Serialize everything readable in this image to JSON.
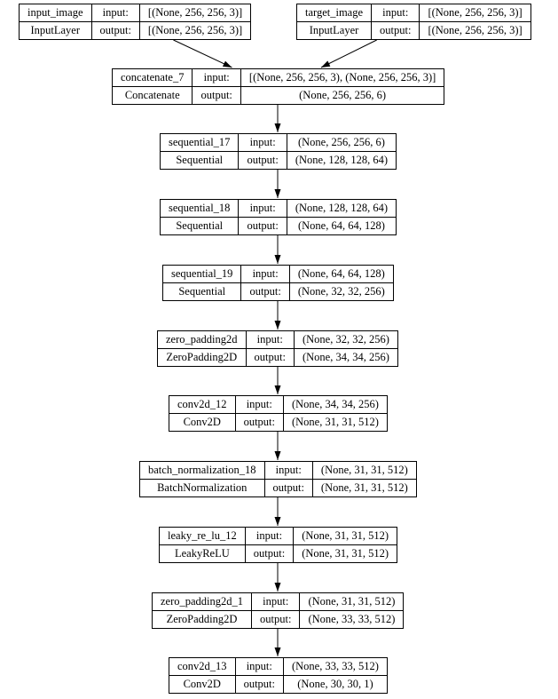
{
  "diagram": {
    "background_color": "#ffffff",
    "line_color": "#000000",
    "text_color": "#000000",
    "labels": {
      "input": "input:",
      "output": "output:"
    },
    "nodes": [
      {
        "id": "input_image",
        "name": "input_image",
        "layer_class": "InputLayer",
        "input_shape": "[(None, 256, 256, 3)]",
        "output_shape": "[(None, 256, 256, 3)]"
      },
      {
        "id": "target_image",
        "name": "target_image",
        "layer_class": "InputLayer",
        "input_shape": "[(None, 256, 256, 3)]",
        "output_shape": "[(None, 256, 256, 3)]"
      },
      {
        "id": "concatenate_7",
        "name": "concatenate_7",
        "layer_class": "Concatenate",
        "input_shape": "[(None, 256, 256, 3), (None, 256, 256, 3)]",
        "output_shape": "(None, 256, 256, 6)"
      },
      {
        "id": "sequential_17",
        "name": "sequential_17",
        "layer_class": "Sequential",
        "input_shape": "(None, 256, 256, 6)",
        "output_shape": "(None, 128, 128, 64)"
      },
      {
        "id": "sequential_18",
        "name": "sequential_18",
        "layer_class": "Sequential",
        "input_shape": "(None, 128, 128, 64)",
        "output_shape": "(None, 64, 64, 128)"
      },
      {
        "id": "sequential_19",
        "name": "sequential_19",
        "layer_class": "Sequential",
        "input_shape": "(None, 64, 64, 128)",
        "output_shape": "(None, 32, 32, 256)"
      },
      {
        "id": "zero_padding2d",
        "name": "zero_padding2d",
        "layer_class": "ZeroPadding2D",
        "input_shape": "(None, 32, 32, 256)",
        "output_shape": "(None, 34, 34, 256)"
      },
      {
        "id": "conv2d_12",
        "name": "conv2d_12",
        "layer_class": "Conv2D",
        "input_shape": "(None, 34, 34, 256)",
        "output_shape": "(None, 31, 31, 512)"
      },
      {
        "id": "batch_normalization_18",
        "name": "batch_normalization_18",
        "layer_class": "BatchNormalization",
        "input_shape": "(None, 31, 31, 512)",
        "output_shape": "(None, 31, 31, 512)"
      },
      {
        "id": "leaky_re_lu_12",
        "name": "leaky_re_lu_12",
        "layer_class": "LeakyReLU",
        "input_shape": "(None, 31, 31, 512)",
        "output_shape": "(None, 31, 31, 512)"
      },
      {
        "id": "zero_padding2d_1",
        "name": "zero_padding2d_1",
        "layer_class": "ZeroPadding2D",
        "input_shape": "(None, 31, 31, 512)",
        "output_shape": "(None, 33, 33, 512)"
      },
      {
        "id": "conv2d_13",
        "name": "conv2d_13",
        "layer_class": "Conv2D",
        "input_shape": "(None, 33, 33, 512)",
        "output_shape": "(None, 30, 30, 1)"
      }
    ],
    "edges": [
      {
        "from": "input_image",
        "to": "concatenate_7"
      },
      {
        "from": "target_image",
        "to": "concatenate_7"
      },
      {
        "from": "concatenate_7",
        "to": "sequential_17"
      },
      {
        "from": "sequential_17",
        "to": "sequential_18"
      },
      {
        "from": "sequential_18",
        "to": "sequential_19"
      },
      {
        "from": "sequential_19",
        "to": "zero_padding2d"
      },
      {
        "from": "zero_padding2d",
        "to": "conv2d_12"
      },
      {
        "from": "conv2d_12",
        "to": "batch_normalization_18"
      },
      {
        "from": "batch_normalization_18",
        "to": "leaky_re_lu_12"
      },
      {
        "from": "leaky_re_lu_12",
        "to": "zero_padding2d_1"
      },
      {
        "from": "zero_padding2d_1",
        "to": "conv2d_13"
      }
    ]
  }
}
